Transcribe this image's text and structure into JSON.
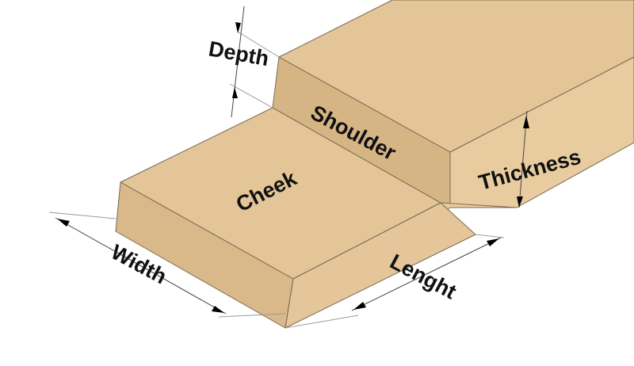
{
  "colors": {
    "background": "#ffffff",
    "top_face": "#e3c597",
    "front_face": "#d9b88a",
    "side_face": "#e8cca0",
    "shoulder_face": "#d6b585",
    "edge": "#7a6a55"
  },
  "labels": {
    "depth": "Depth",
    "shoulder": "Shoulder",
    "thickness": "Thickness",
    "cheek": "Cheek",
    "width": "Width",
    "length": "Lenght"
  }
}
